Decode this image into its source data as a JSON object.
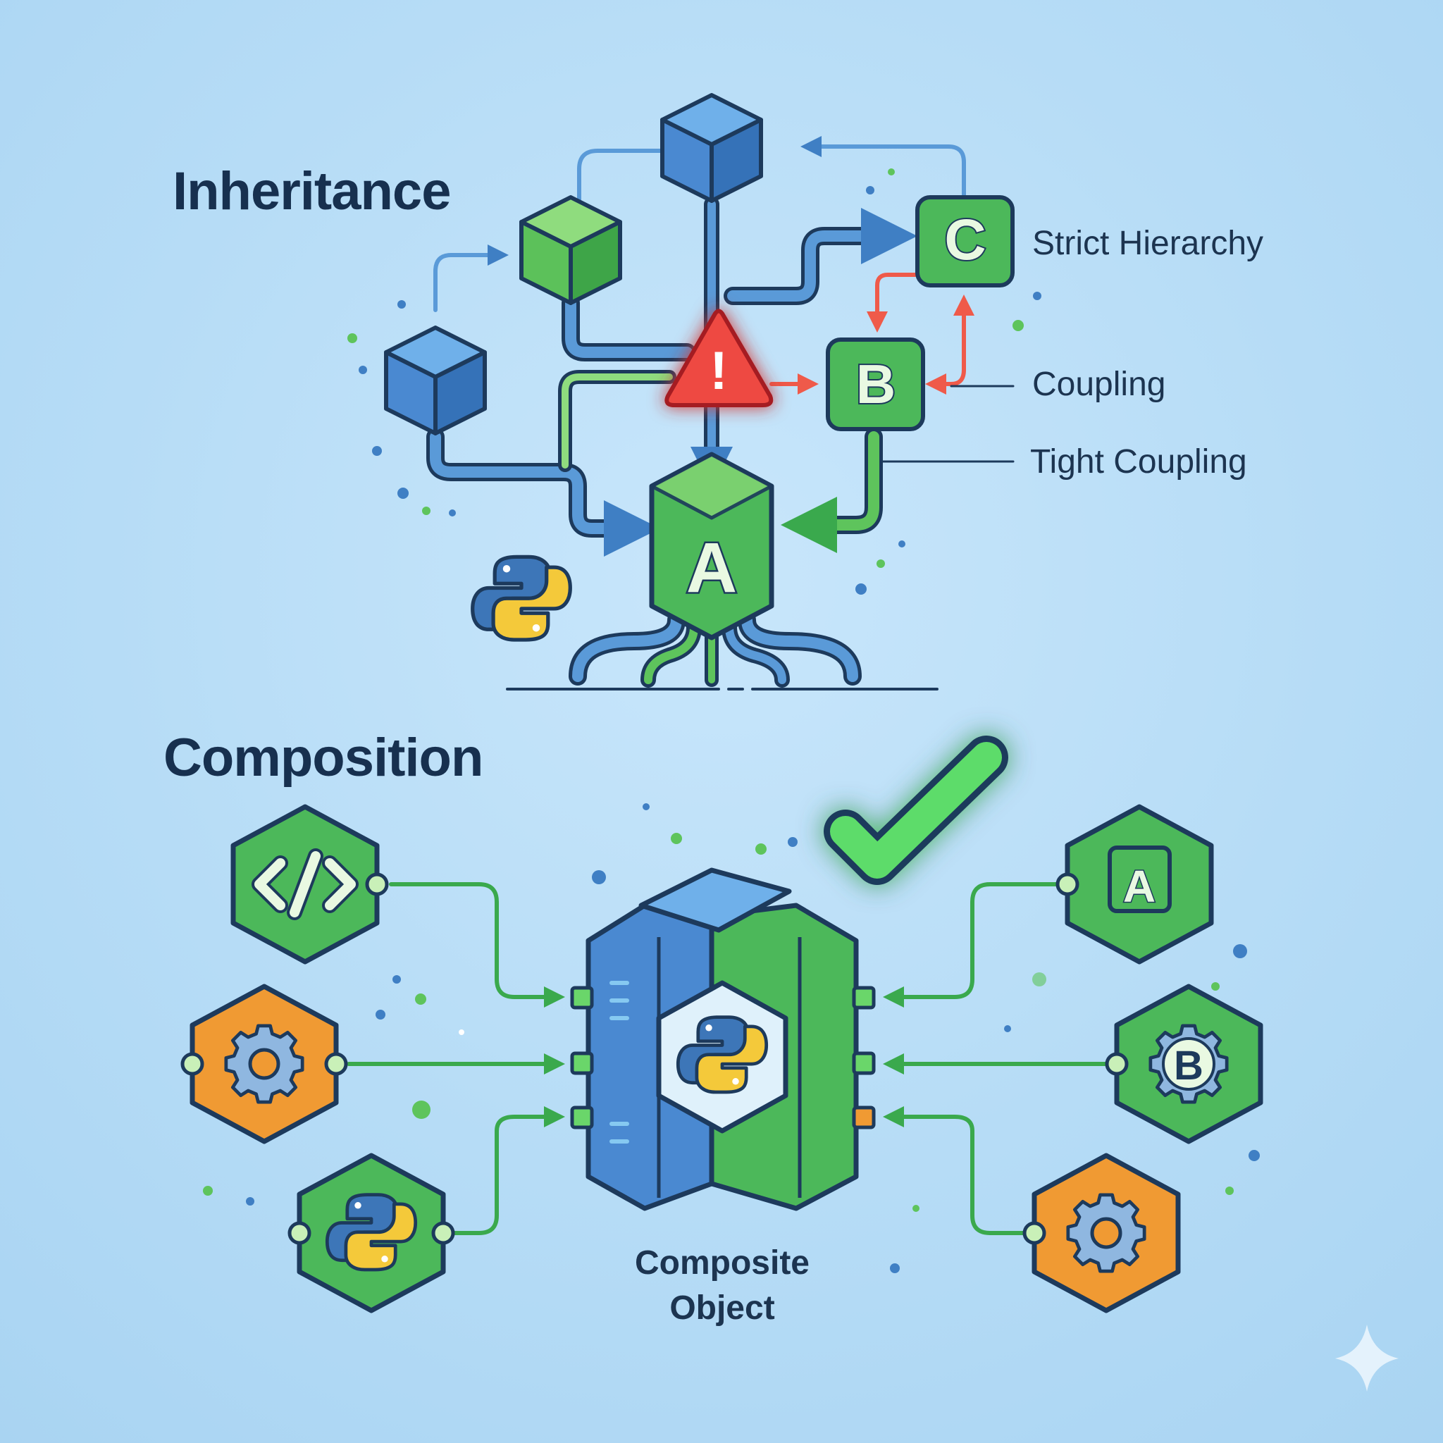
{
  "inheritance": {
    "title": "Inheritance",
    "labels": {
      "strict_hierarchy": "Strict Hierarchy",
      "coupling": "Coupling",
      "tight_coupling": "Tight Coupling"
    },
    "nodes": {
      "a": "A",
      "b": "B",
      "c": "C"
    },
    "warning_symbol": "!"
  },
  "composition": {
    "title": "Composition",
    "center_caption_line1": "Composite",
    "center_caption_line2": "Object",
    "right_nodes": {
      "a": "A",
      "b": "B"
    }
  },
  "colors": {
    "blue": "#4f8fd4",
    "green": "#4cb85a",
    "orange": "#f09a33",
    "warning_red": "#e84a4a",
    "outline": "#1d3a5c"
  },
  "icons": [
    "cube-icon",
    "warning-icon",
    "python-logo-icon",
    "code-icon",
    "gear-icon",
    "checkmark-icon",
    "sparkle-icon"
  ]
}
